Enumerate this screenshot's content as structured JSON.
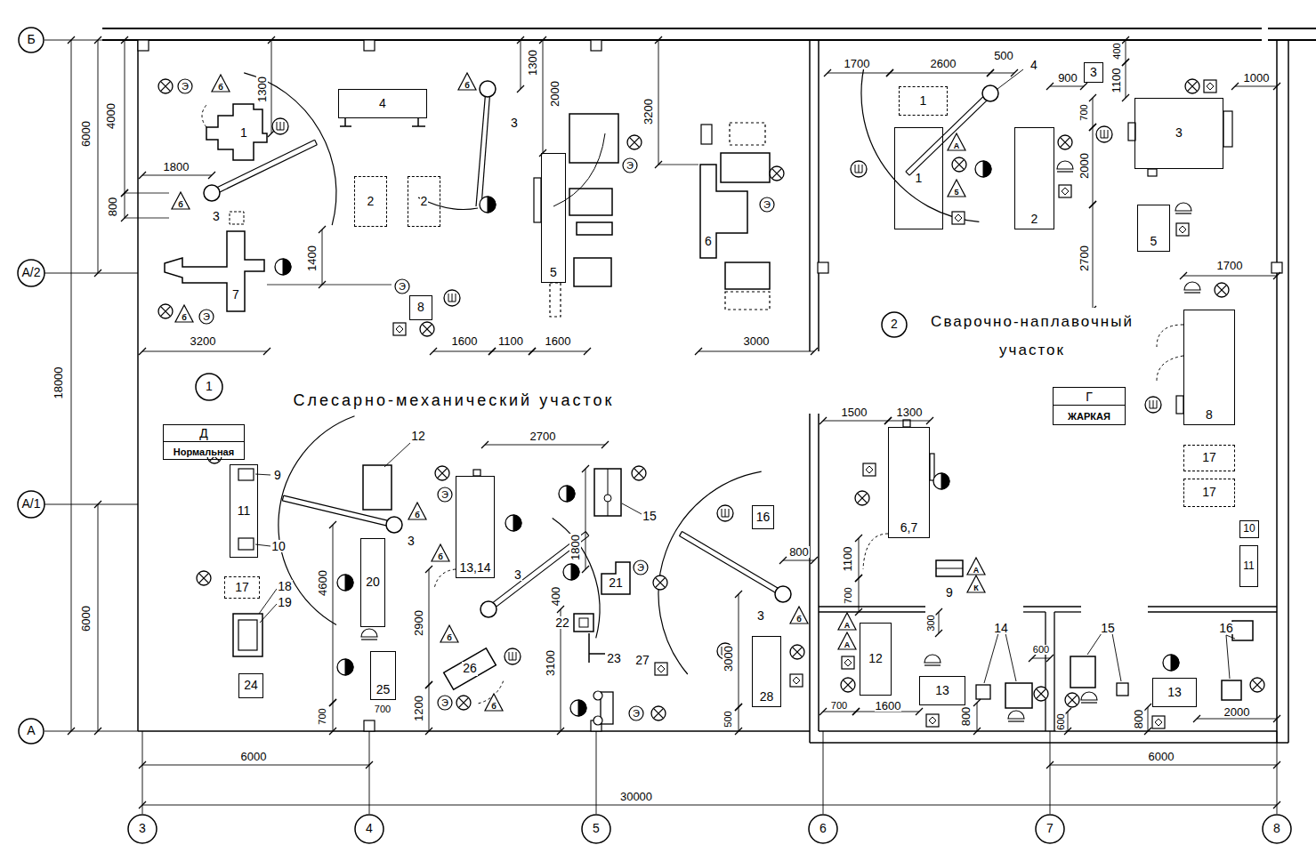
{
  "diagram": {
    "nodes": [
      {
        "text": [
          "Б"
        ]
      },
      {
        "text": [
          "А/2"
        ]
      },
      {
        "text": [
          "А/1"
        ]
      },
      {
        "text": [
          "А"
        ]
      },
      {
        "text": [
          "1"
        ]
      },
      {
        "text": [
          "4"
        ]
      },
      {
        "text": [
          "2"
        ]
      },
      {
        "text": [
          "2"
        ]
      },
      {
        "text": [
          "5"
        ]
      },
      {
        "text": [
          "6"
        ]
      },
      {
        "text": [
          "7"
        ]
      },
      {
        "text": [
          "8"
        ]
      },
      {
        "text": [
          "1"
        ]
      },
      {
        "text": [
          "Д",
          "Нормальная"
        ]
      },
      {
        "text": [
          "11"
        ]
      },
      {
        "text": [
          "17"
        ]
      },
      {
        "text": [
          "24"
        ]
      },
      {
        "text": [
          "20"
        ]
      },
      {
        "text": [
          "25"
        ]
      },
      {
        "text": [
          "13,14"
        ]
      },
      {
        "text": [
          "16"
        ]
      },
      {
        "text": [
          "21"
        ]
      },
      {
        "text": [
          "26"
        ]
      },
      {
        "text": [
          "28"
        ]
      },
      {
        "text": [
          "1"
        ]
      },
      {
        "text": [
          "1"
        ]
      },
      {
        "text": [
          "2"
        ]
      },
      {
        "text": [
          "3"
        ]
      },
      {
        "text": [
          "3"
        ]
      },
      {
        "text": [
          "5"
        ]
      },
      {
        "text": [
          "2"
        ]
      },
      {
        "text": [
          "8"
        ]
      },
      {
        "text": [
          "Г",
          "ЖАРКАЯ"
        ]
      },
      {
        "text": [
          "6,7"
        ]
      },
      {
        "text": [
          "17"
        ]
      },
      {
        "text": [
          "17"
        ]
      },
      {
        "text": [
          "10"
        ]
      },
      {
        "text": [
          "11"
        ]
      },
      {
        "text": [
          "12"
        ]
      },
      {
        "text": [
          "13"
        ]
      },
      {
        "text": [
          "13"
        ]
      },
      {
        "text": [
          "3"
        ]
      },
      {
        "text": [
          "4"
        ]
      },
      {
        "text": [
          "5"
        ]
      },
      {
        "text": [
          "6"
        ]
      },
      {
        "text": [
          "7"
        ]
      },
      {
        "text": [
          "8"
        ]
      }
    ],
    "labels": [
      "Слесарно-механический участок",
      "Сварочно-наплавочный участок",
      "18000",
      "6000",
      "4000",
      "800",
      "6000",
      "1300",
      "1800",
      "1400",
      "3200",
      "1300",
      "2000",
      "3200",
      "1600",
      "1100",
      "1600",
      "3000",
      "2700",
      "4600",
      "700",
      "700",
      "2900",
      "1200",
      "1800",
      "400",
      "3100",
      "3000",
      "500",
      "800",
      "6000",
      "30000",
      "6000",
      "1700",
      "2600",
      "500",
      "900",
      "400",
      "1100",
      "1000",
      "700",
      "2000",
      "2700",
      "1700",
      "1500",
      "1300",
      "1100",
      "700",
      "300",
      "700",
      "1600",
      "800",
      "600",
      "600",
      "800",
      "2000",
      "3",
      "3",
      "3",
      "3",
      "3",
      "9",
      "10",
      "12",
      "18",
      "19",
      "15",
      "22",
      "23",
      "27",
      "4",
      "9",
      "14",
      "15",
      "16",
      "Э",
      "Э",
      "Э",
      "Э",
      "Э",
      "Э",
      "Э",
      "Э",
      "Э",
      "б",
      "б",
      "б",
      "б",
      "б",
      "б",
      "б",
      "б",
      "б",
      "А",
      "5",
      "А",
      "К",
      "А",
      "А"
    ]
  }
}
